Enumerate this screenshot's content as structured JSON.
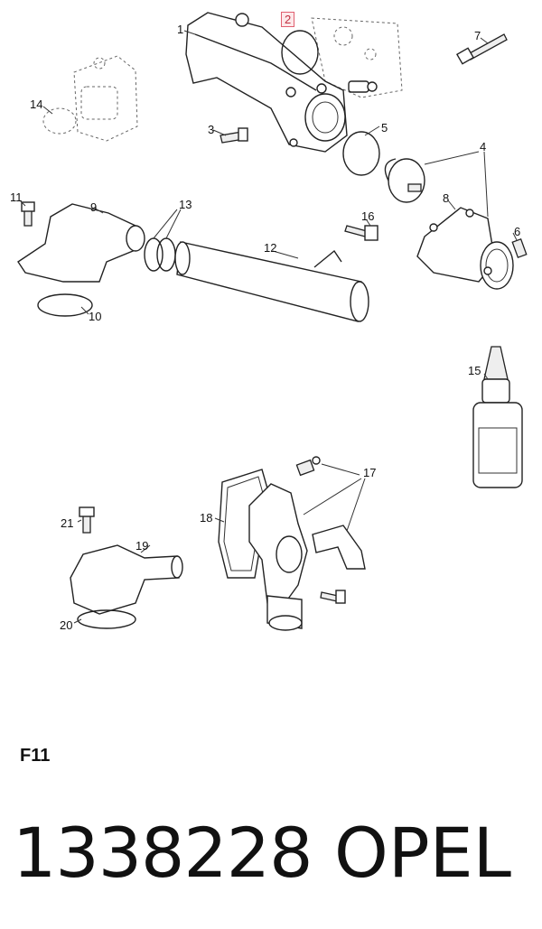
{
  "callouts": [
    {
      "id": "1",
      "label": "1",
      "highlight": false
    },
    {
      "id": "2",
      "label": "2",
      "highlight": true
    },
    {
      "id": "3",
      "label": "3",
      "highlight": false
    },
    {
      "id": "4",
      "label": "4",
      "highlight": false
    },
    {
      "id": "5",
      "label": "5",
      "highlight": false
    },
    {
      "id": "6",
      "label": "6",
      "highlight": false
    },
    {
      "id": "7",
      "label": "7",
      "highlight": false
    },
    {
      "id": "8",
      "label": "8",
      "highlight": false
    },
    {
      "id": "9",
      "label": "9",
      "highlight": false
    },
    {
      "id": "10",
      "label": "10",
      "highlight": false
    },
    {
      "id": "11",
      "label": "11",
      "highlight": false
    },
    {
      "id": "12",
      "label": "12",
      "highlight": false
    },
    {
      "id": "13",
      "label": "13",
      "highlight": false
    },
    {
      "id": "14",
      "label": "14",
      "highlight": false
    },
    {
      "id": "15",
      "label": "15",
      "highlight": false
    },
    {
      "id": "16",
      "label": "16",
      "highlight": false
    },
    {
      "id": "17",
      "label": "17",
      "highlight": false
    },
    {
      "id": "18",
      "label": "18",
      "highlight": false
    },
    {
      "id": "19",
      "label": "19",
      "highlight": false
    },
    {
      "id": "20",
      "label": "20",
      "highlight": false
    },
    {
      "id": "21",
      "label": "21",
      "highlight": false
    }
  ],
  "section_code": "F11",
  "part_number": "1338228",
  "brand": "OPEL",
  "colors": {
    "highlight_border": "#e06070",
    "highlight_fill": "#fde8ea",
    "ink": "#111111"
  }
}
